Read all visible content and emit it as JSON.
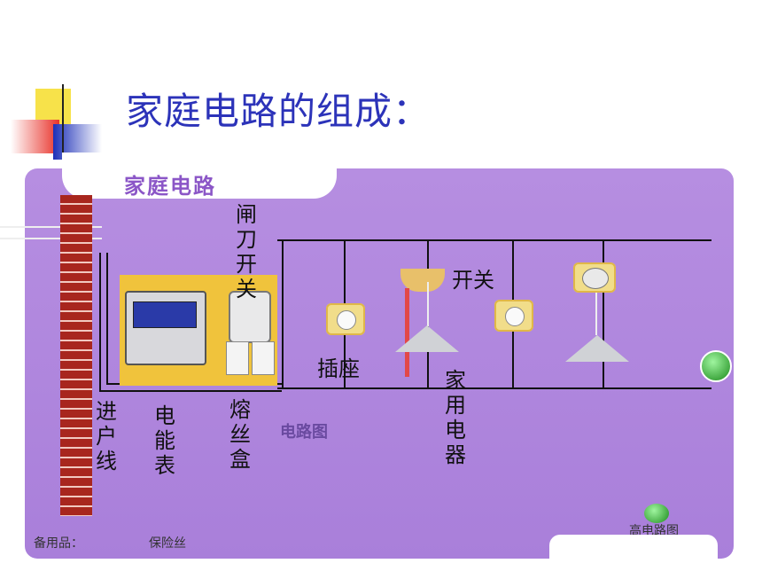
{
  "slide": {
    "title": "家庭电路的组成："
  },
  "diagram": {
    "panel_title": "家庭电路",
    "circuit_label": "电路图",
    "spare_label": "备用品：",
    "fuse_label": "保险丝",
    "nav_label": "高电路图",
    "components": {
      "incoming_line": "进户线",
      "meter": "电能表",
      "knife_switch": "闸刀开关",
      "fuse_box": "熔丝盒",
      "socket": "插座",
      "switch": "开关",
      "appliance": "家用电器"
    }
  },
  "colors": {
    "title": "#2c33b9",
    "panel": "#b68ee1",
    "brick": "#a8261e",
    "board": "#f0c33c"
  }
}
